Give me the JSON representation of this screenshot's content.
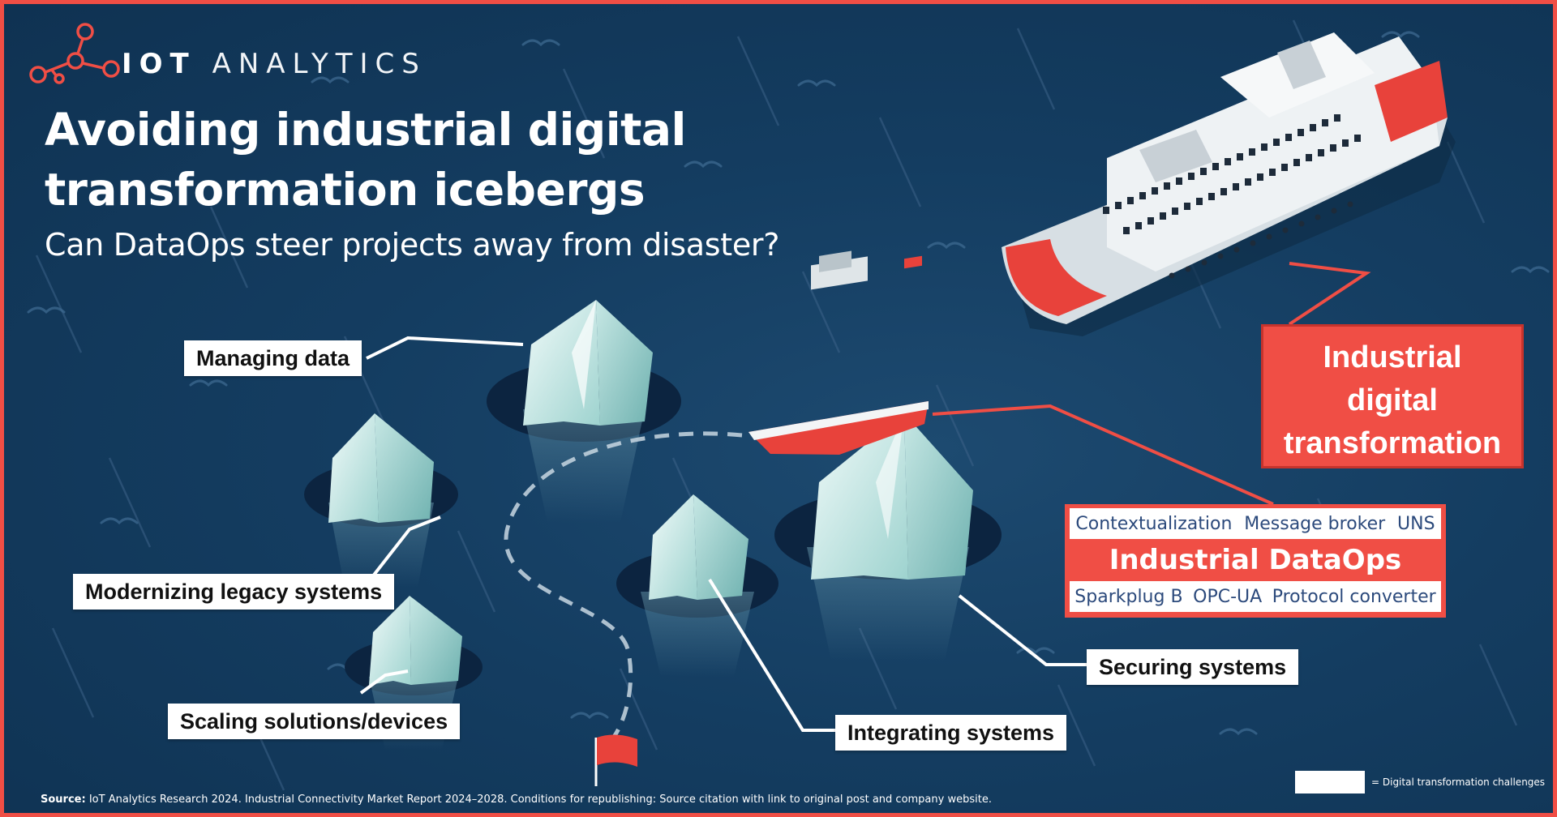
{
  "brand": {
    "logo_bold": "IOT",
    "logo_light": "ANALYTICS",
    "accent_color": "#f04e45",
    "background_color": "#143d61"
  },
  "header": {
    "title_line1": "Avoiding industrial digital",
    "title_line2": "transformation icebergs",
    "subtitle": "Can DataOps steer projects away from disaster?"
  },
  "challenges": [
    "Managing data",
    "Modernizing legacy systems",
    "Scaling solutions/devices",
    "Integrating systems",
    "Securing systems"
  ],
  "ship_label": {
    "line1": "Industrial",
    "line2": "digital",
    "line3": "transformation"
  },
  "dataops": {
    "title": "Industrial DataOps",
    "top_tags": [
      "Contextualization",
      "Message broker",
      "UNS"
    ],
    "bottom_tags": [
      "Sparkplug B",
      "OPC-UA",
      "Protocol converter"
    ]
  },
  "legend": {
    "text": "= Digital transformation challenges"
  },
  "footer": {
    "source_label": "Source:",
    "source_text": "IoT Analytics Research 2024. Industrial Connectivity Market Report 2024–2028. Conditions for republishing: Source citation with link to original post and company website."
  },
  "icons": [
    "logo-network-icon",
    "cruise-ship-icon",
    "tugboat-icon",
    "iceberg-icon",
    "red-flag-icon",
    "rain-streaks",
    "seagull-icons"
  ]
}
